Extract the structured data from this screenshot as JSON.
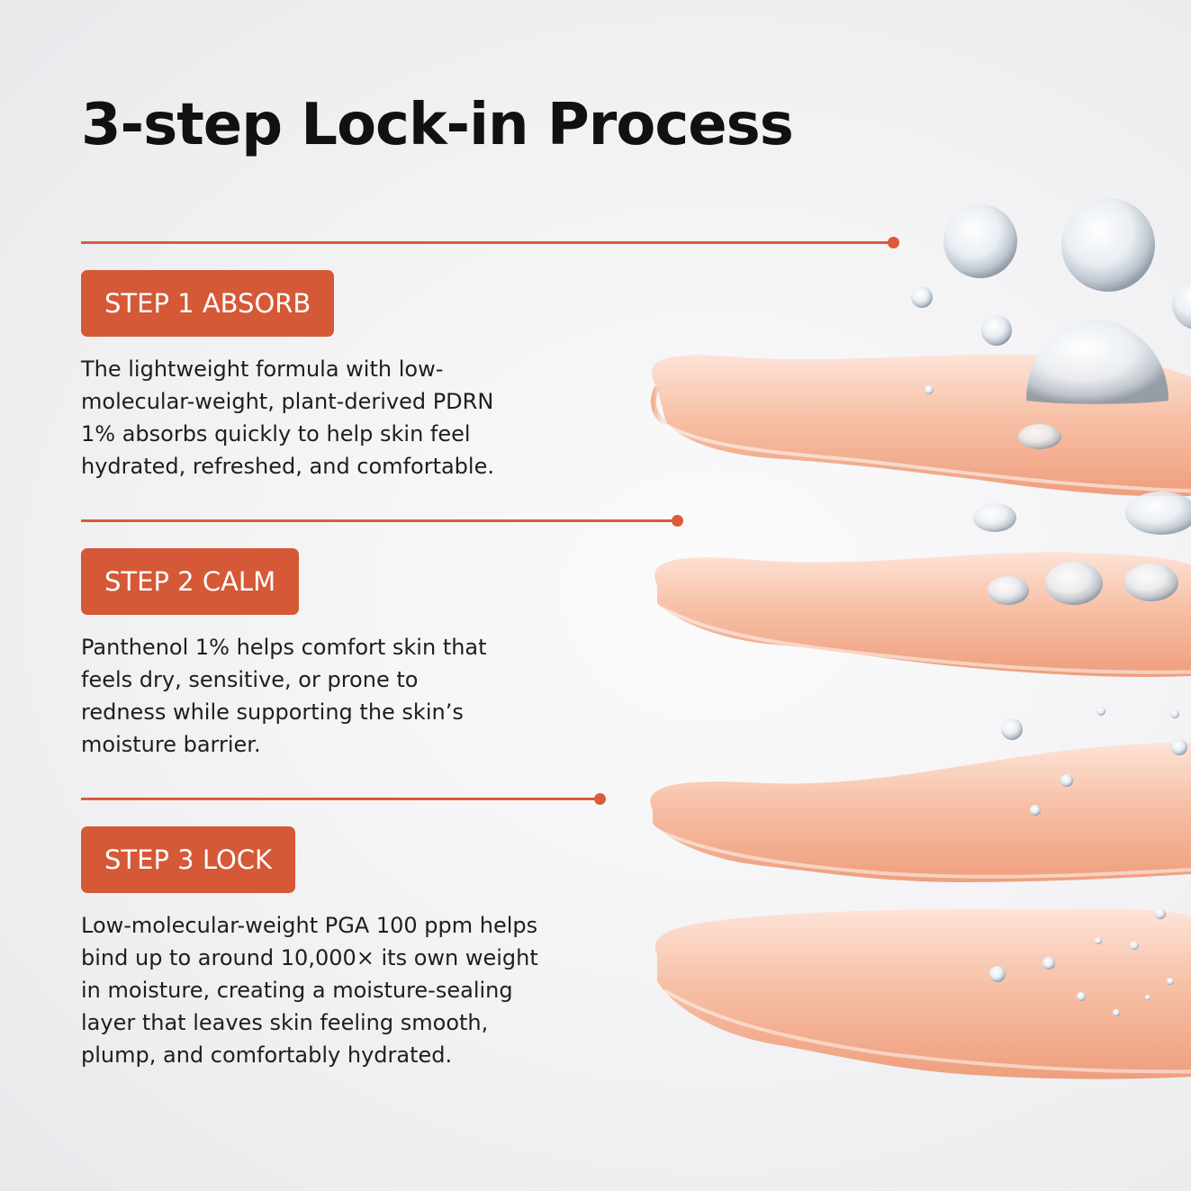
{
  "title": "3-step Lock-in Process",
  "colors": {
    "accent": "#d55837",
    "line": "#dd5a3a",
    "text": "#141414"
  },
  "steps": [
    {
      "label": "STEP 1 ABSORB",
      "text": "The lightweight formula with low-\nmolecular-weight, plant-derived PDRN\n1% absorbs quickly to help skin feel\nhydrated, refreshed, and comfortable."
    },
    {
      "label": "STEP 2 CALM",
      "text": "Panthenol 1% helps comfort skin that\nfeels dry, sensitive, or prone to\nredness while supporting the skin’s\nmoisture barrier."
    },
    {
      "label": "STEP 3 LOCK",
      "text": "Low-molecular-weight PGA 100 ppm helps\nbind up to around 10,000× its own weight\nin moisture, creating a moisture-sealing\nlayer that leaves skin feeling smooth,\nplump, and comfortably hydrated."
    }
  ]
}
